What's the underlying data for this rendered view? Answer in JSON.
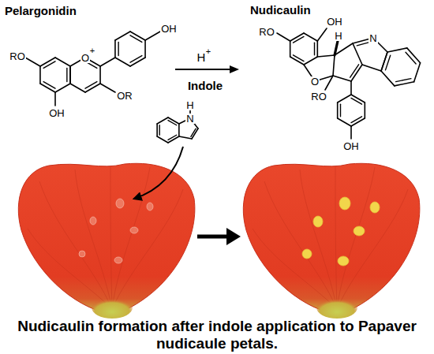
{
  "diagram": {
    "caption": "Nudicaulin formation after indole application to Papaver nudicaule petals.",
    "labels": [
      "Pelargonidin",
      "RO",
      "OH",
      "O",
      "+",
      "OR",
      "OH",
      "H",
      "+",
      "Indole",
      "H",
      "N",
      "Nudicaulin",
      "RO",
      "OH",
      "H",
      "N",
      "O",
      "RO",
      "OH"
    ]
  }
}
